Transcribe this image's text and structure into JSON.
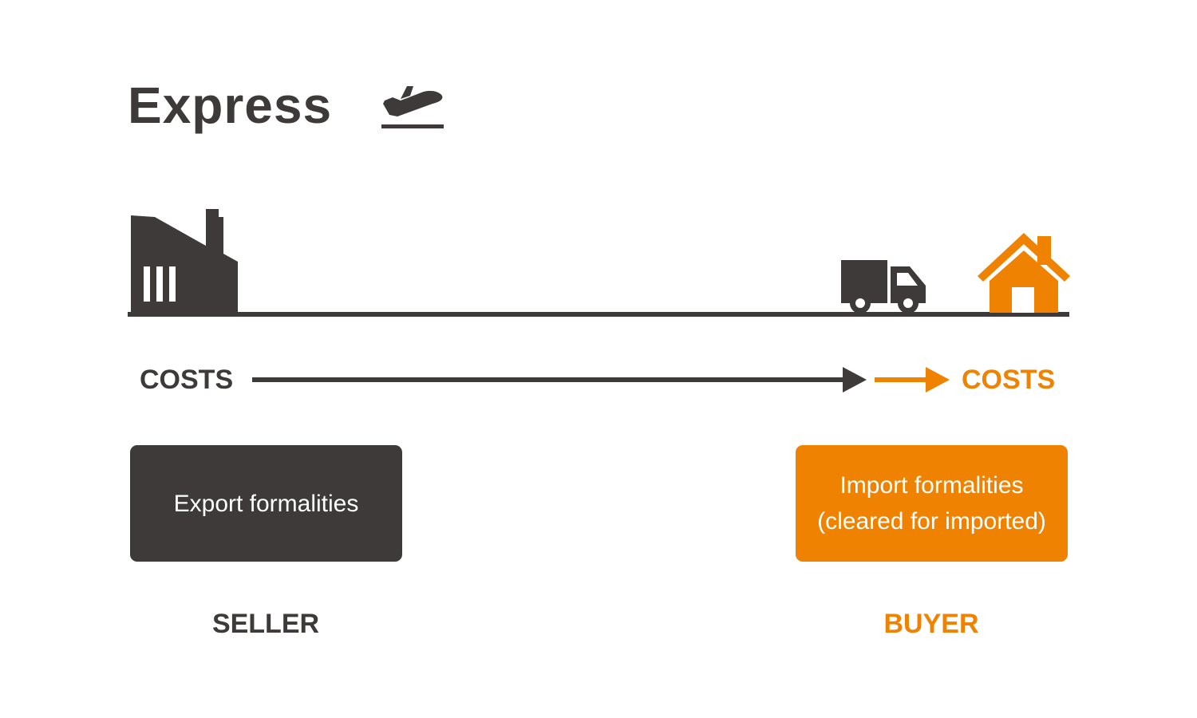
{
  "title": "Express",
  "colors": {
    "dark": "#3d3a39",
    "orange": "#ef8200",
    "white": "#ffffff"
  },
  "icons": {
    "title_icon": "airplane-takeoff-icon",
    "seller_icon": "factory-icon",
    "transport_icon": "truck-icon",
    "buyer_icon": "house-icon"
  },
  "seller": {
    "costs_label": "COSTS",
    "formalities_box": {
      "lines": [
        "Export formalities"
      ]
    },
    "party_label": "SELLER"
  },
  "buyer": {
    "costs_label": "COSTS",
    "formalities_box": {
      "lines": [
        "Import formalities",
        "(cleared for imported)"
      ]
    },
    "party_label": "BUYER"
  }
}
